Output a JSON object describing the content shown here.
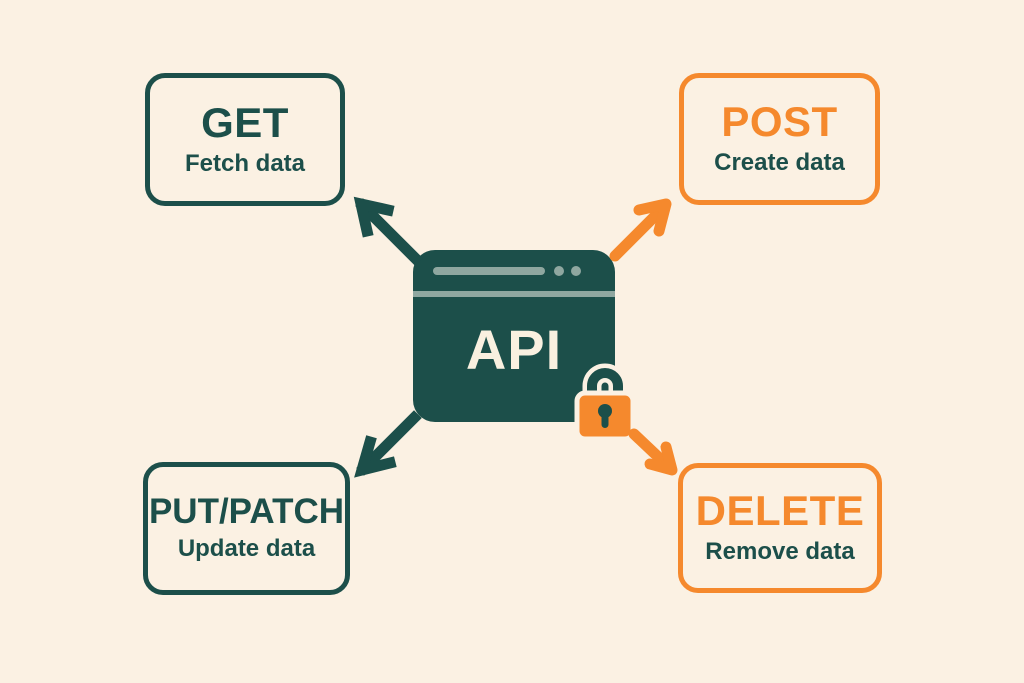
{
  "diagram": {
    "center": {
      "label": "API",
      "window_icon": "browser-window-icon",
      "lock_icon": "lock-icon"
    },
    "methods": [
      {
        "id": "get",
        "label": "GET",
        "description": "Fetch data",
        "accent": "#1c4f4a"
      },
      {
        "id": "post",
        "label": "POST",
        "description": "Create data",
        "accent": "#f5892d"
      },
      {
        "id": "put",
        "label": "PUT/PATCH",
        "description": "Update data",
        "accent": "#1c4f4a"
      },
      {
        "id": "delete",
        "label": "DELETE",
        "description": "Remove data",
        "accent": "#f5892d"
      }
    ],
    "arrows": [
      {
        "target": "get",
        "direction": "up-left",
        "color": "#1c4f4a"
      },
      {
        "target": "post",
        "direction": "up-right",
        "color": "#f5892d"
      },
      {
        "target": "put",
        "direction": "down-left",
        "color": "#1c4f4a"
      },
      {
        "target": "delete",
        "direction": "down-right",
        "color": "#f5892d"
      }
    ],
    "colors": {
      "background": "#fbf1e3",
      "teal": "#1c4f4a",
      "orange": "#f5892d",
      "muted_sage": "#8fa7a0",
      "cream_text": "#f9f0e0"
    }
  }
}
